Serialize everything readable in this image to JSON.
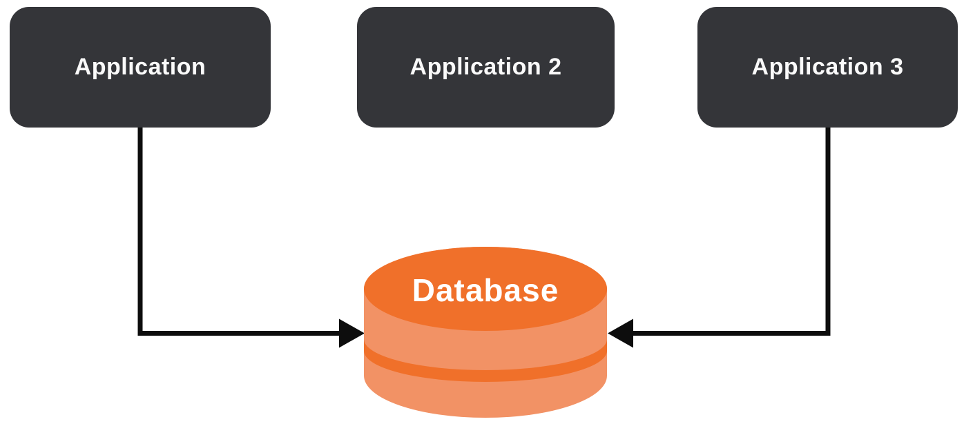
{
  "diagram": {
    "nodes": {
      "applications": [
        {
          "label": "Application"
        },
        {
          "label": "Application 2"
        },
        {
          "label": "Application 3"
        }
      ],
      "database": {
        "label": "Database"
      }
    },
    "connectors": [
      {
        "from": "Application",
        "to": "Database",
        "style": "elbow",
        "arrow": "into-left-side"
      },
      {
        "from": "Application 3",
        "to": "Database",
        "style": "elbow",
        "arrow": "into-right-side"
      }
    ],
    "colors": {
      "background": "#ffffff",
      "app_box_bg": "#343539",
      "app_box_text": "#fafafa",
      "db_top": "#F0702A",
      "db_stripe": "#F0702A",
      "db_body": "#F29265",
      "db_text": "#ffffff",
      "connector": "#0d0d0d"
    }
  }
}
